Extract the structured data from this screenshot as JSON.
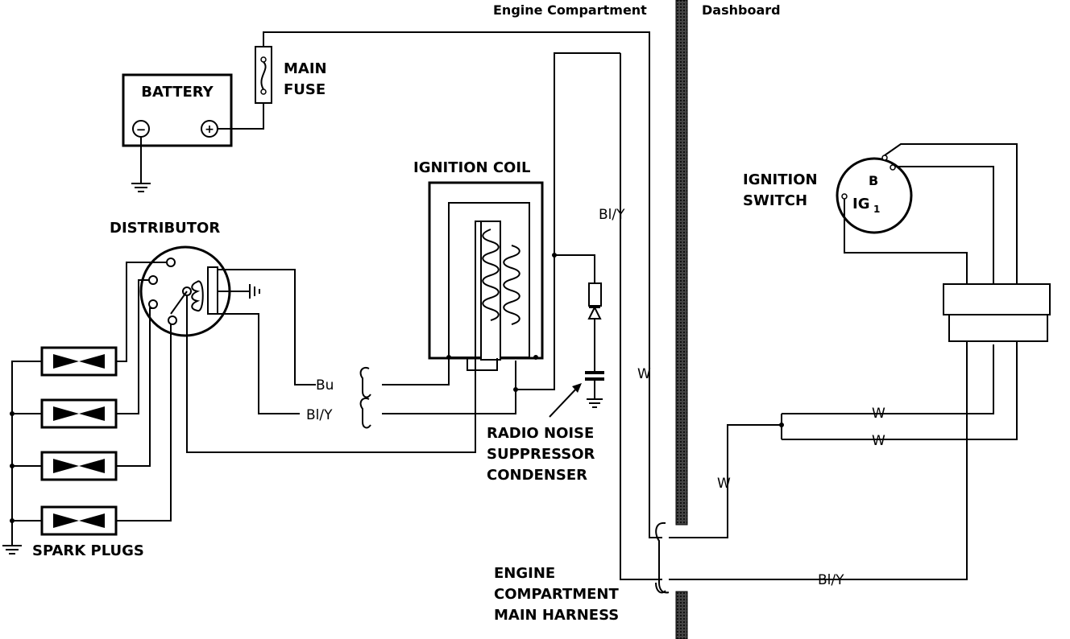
{
  "zones": {
    "engine_compartment": "Engine Compartment",
    "dashboard": "Dashboard"
  },
  "components": {
    "battery": "BATTERY",
    "main_fuse_line1": "MAIN",
    "main_fuse_line2": "FUSE",
    "ignition_coil": "IGNITION COIL",
    "distributor": "DISTRIBUTOR",
    "ignition_switch_line1": "IGNITION",
    "ignition_switch_line2": "SWITCH",
    "switch_terminal_b": "B",
    "switch_terminal_ig": "IG",
    "switch_terminal_ig_sub": "1",
    "spark_plugs": "SPARK PLUGS",
    "condenser_line1": "RADIO NOISE",
    "condenser_line2": "SUPPRESSOR",
    "condenser_line3": "CONDENSER",
    "harness_line1": "ENGINE",
    "harness_line2": "COMPARTMENT",
    "harness_line3": "MAIN HARNESS"
  },
  "wire_labels": {
    "bu": "Bu",
    "bly_distributor": "Bl/Y",
    "bly_riser": "Bl/Y",
    "w_riser": "W",
    "w_switch_top": "W",
    "w_switch_bottom": "W",
    "w_dash": "W",
    "bly_bottom": "Bl/Y"
  },
  "symbols": {
    "minus": "−",
    "plus": "+"
  }
}
